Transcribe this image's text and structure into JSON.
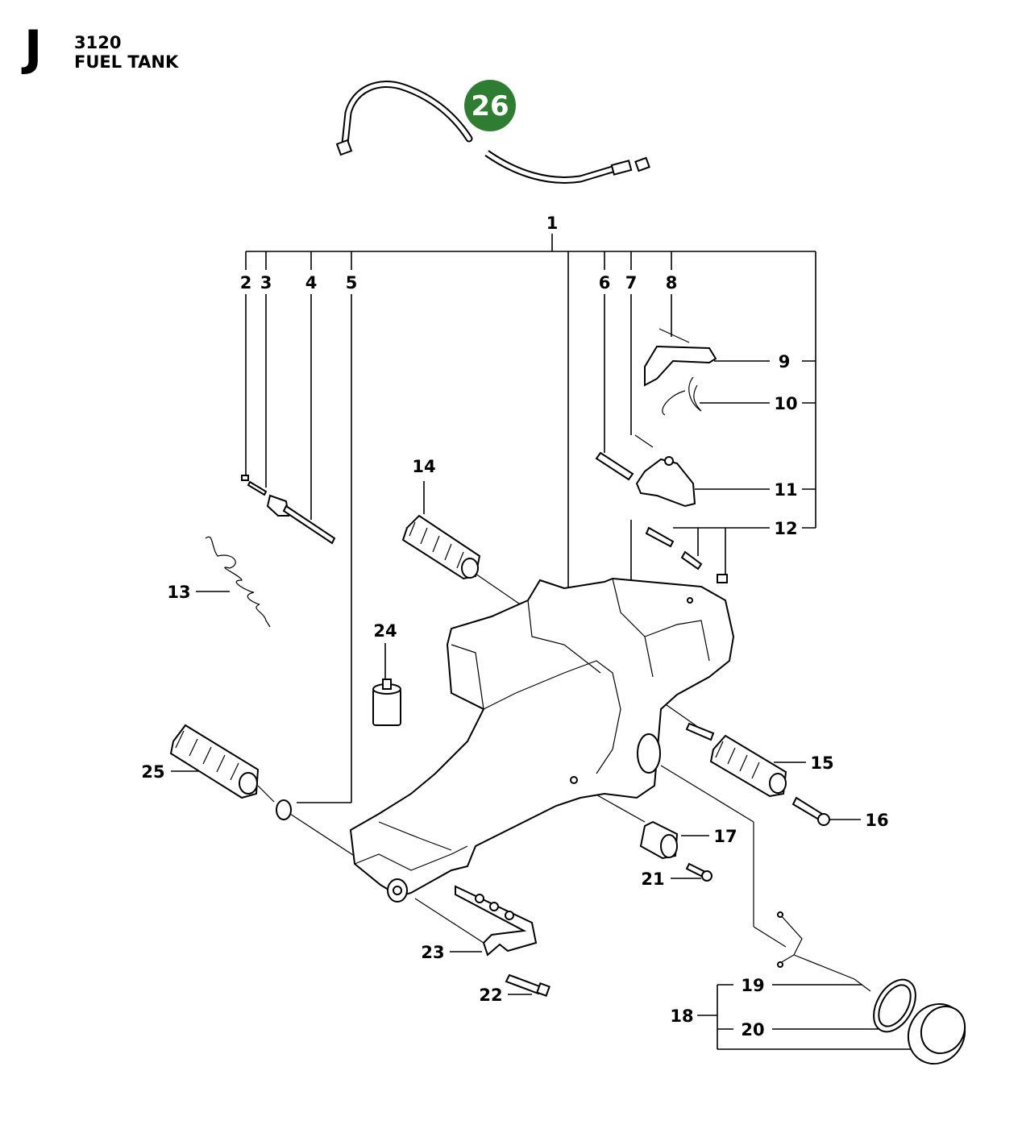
{
  "header": {
    "section_letter": "J",
    "model_number": "3120",
    "section_title": "FUEL TANK"
  },
  "badge": {
    "number": "26",
    "color": "#2e7d32"
  },
  "callouts": {
    "c1": "1",
    "c2": "2",
    "c3": "3",
    "c4": "4",
    "c5": "5",
    "c6": "6",
    "c7": "7",
    "c8": "8",
    "c9": "9",
    "c10": "10",
    "c11": "11",
    "c12": "12",
    "c13": "13",
    "c14": "14",
    "c15": "15",
    "c16": "16",
    "c17": "17",
    "c18": "18",
    "c19": "19",
    "c20": "20",
    "c21": "21",
    "c22": "22",
    "c23": "23",
    "c24": "24",
    "c25": "25"
  }
}
